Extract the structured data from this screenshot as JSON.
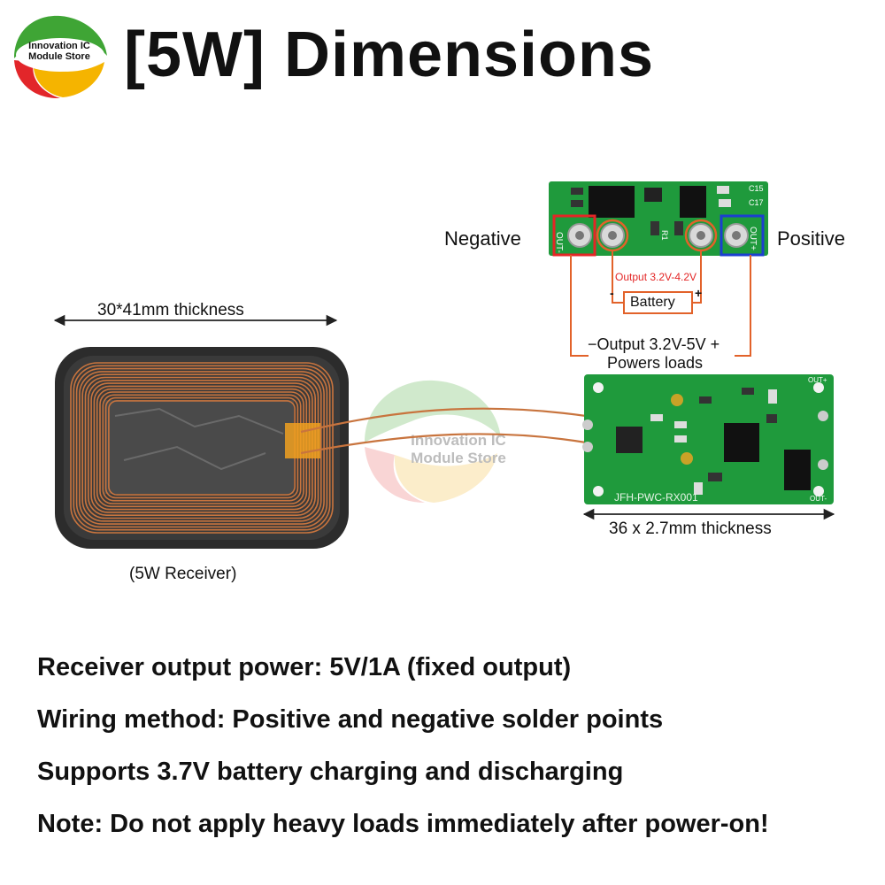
{
  "logo": {
    "line1": "Innovation IC",
    "line2": "Module Store"
  },
  "title": "[5W] Dimensions",
  "top_board": {
    "negative": "Negative",
    "positive": "Positive",
    "out_left": "OUT-",
    "out_right": "OUT+",
    "silk_c15": "C15",
    "silk_c17": "C17",
    "silk_r1": "R1",
    "output_small": "Output 3.2V-4.2V",
    "battery": "Battery",
    "minus": "-",
    "plus": "+",
    "output_large": "−Output 3.2V-5V +",
    "powers_loads": "Powers loads"
  },
  "coil": {
    "dimension": "30*41mm thickness",
    "caption": "(5W Receiver)"
  },
  "main_board": {
    "dimension": "36 x 2.7mm thickness",
    "silk_model": "JFH-PWC-RX001",
    "silk_out_plus": "OUT+",
    "silk_out_minus": "OUT-"
  },
  "watermark": {
    "line1": "Innovation IC",
    "line2": "Module Store"
  },
  "specs": [
    "Receiver output power: 5V/1A (fixed output)",
    "Wiring method: Positive and negative solder points",
    "Supports 3.7V battery charging and discharging",
    "Note: Do not apply heavy loads immediately after power-on!"
  ],
  "colors": {
    "wire": "#e2622a",
    "pcb": "#1f9a3c",
    "copper": "#c8743e",
    "red_box": "#e32626",
    "blue_box": "#1c3fcf"
  }
}
